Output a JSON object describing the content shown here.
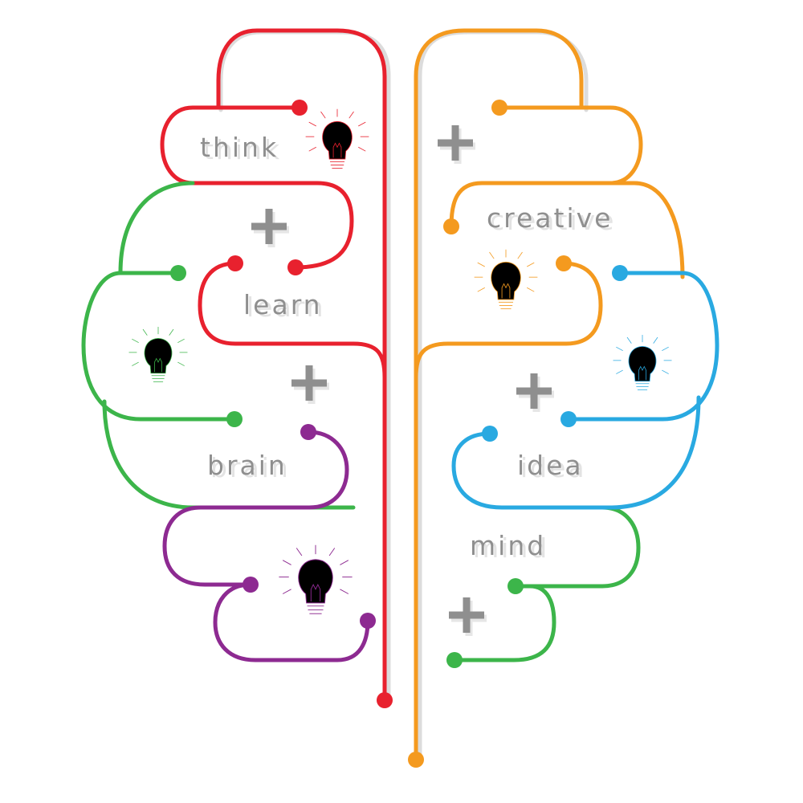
{
  "words": {
    "think": "think",
    "learn": "learn",
    "brain": "brain",
    "creative": "creative",
    "idea": "idea",
    "mind": "mind"
  },
  "colors": {
    "red": "#e8212e",
    "green": "#3cb54a",
    "purple": "#8d2a91",
    "orange": "#f49a1f",
    "blue": "#29a9e1",
    "gray_text": "#8f8f8f"
  },
  "icons": [
    "lightbulb-icon",
    "plus-icon"
  ]
}
